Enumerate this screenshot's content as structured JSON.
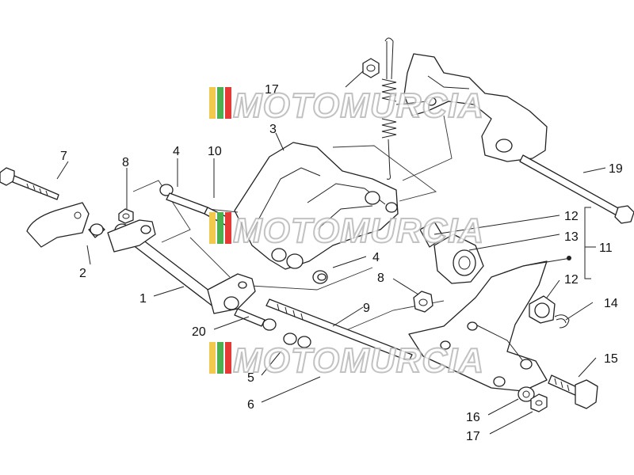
{
  "callouts": [
    {
      "id": "c1",
      "text": "1"
    },
    {
      "id": "c2",
      "text": "2"
    },
    {
      "id": "c3",
      "text": "3"
    },
    {
      "id": "c4a",
      "text": "4"
    },
    {
      "id": "c4b",
      "text": "4"
    },
    {
      "id": "c5",
      "text": "5"
    },
    {
      "id": "c6",
      "text": "6"
    },
    {
      "id": "c7",
      "text": "7"
    },
    {
      "id": "c8a",
      "text": "8"
    },
    {
      "id": "c8b",
      "text": "8"
    },
    {
      "id": "c9",
      "text": "9"
    },
    {
      "id": "c10",
      "text": "10"
    },
    {
      "id": "c11",
      "text": "11"
    },
    {
      "id": "c12a",
      "text": "12"
    },
    {
      "id": "c12b",
      "text": "12"
    },
    {
      "id": "c13",
      "text": "13"
    },
    {
      "id": "c14",
      "text": "14"
    },
    {
      "id": "c15",
      "text": "15"
    },
    {
      "id": "c16",
      "text": "16"
    },
    {
      "id": "c17a",
      "text": "17"
    },
    {
      "id": "c17b",
      "text": "17"
    },
    {
      "id": "c19",
      "text": "19"
    },
    {
      "id": "c20",
      "text": "20"
    }
  ],
  "watermark": {
    "text": "MOTOMURCIA",
    "stripe_colors": [
      "#f2c94c",
      "#4caf50",
      "#e53935"
    ]
  }
}
